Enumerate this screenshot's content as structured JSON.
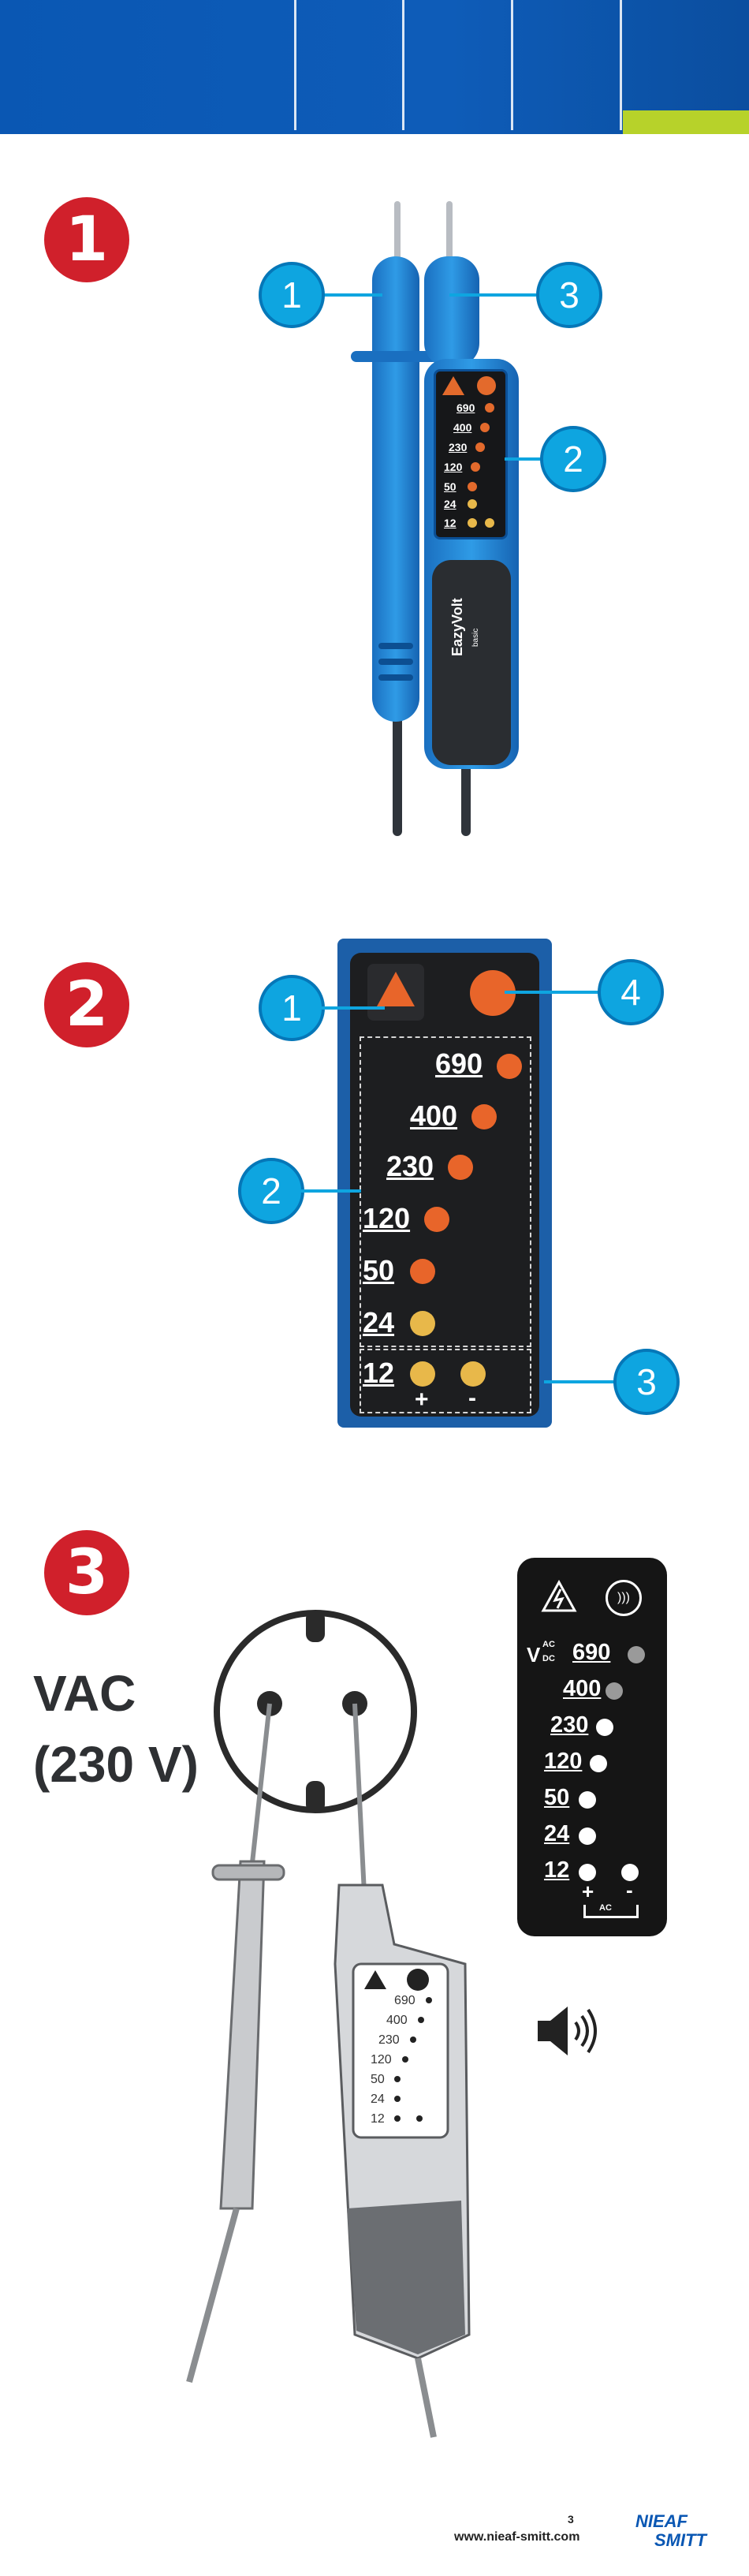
{
  "colors": {
    "brand_blue": "#0a57b3",
    "accent_green": "#b7d22a",
    "section_red": "#d0202b",
    "callout_blue": "#0ea5e0",
    "led_orange": "#e36a2c",
    "led_yellow": "#e8b84a"
  },
  "sections": [
    {
      "number": "1",
      "callouts": [
        "1",
        "3",
        "2"
      ]
    },
    {
      "number": "2",
      "callouts": [
        "1",
        "4",
        "2",
        "3"
      ]
    },
    {
      "number": "3",
      "title_line1": "VAC",
      "title_line2": "(230 V)"
    }
  ],
  "device": {
    "brand": "EazyVolt",
    "model": "basic",
    "scale": [
      "690",
      "400",
      "230",
      "120",
      "50",
      "24",
      "12"
    ],
    "polarity_plus": "+",
    "polarity_minus": "-"
  },
  "section3_display": {
    "unit_top": "AC",
    "unit_v": "V",
    "unit_bottom": "DC",
    "scale": [
      "690",
      "400",
      "230",
      "120",
      "50",
      "24",
      "12"
    ],
    "lit_grey": [
      "690",
      "400"
    ],
    "plus": "+",
    "minus": "-",
    "ac": "AC",
    "sound_icon": "speaker-icon"
  },
  "footer": {
    "page_number": "3",
    "url": "www.nieaf-smitt.com",
    "logo_line1": "NIEAF",
    "logo_line2": "SMITT"
  }
}
